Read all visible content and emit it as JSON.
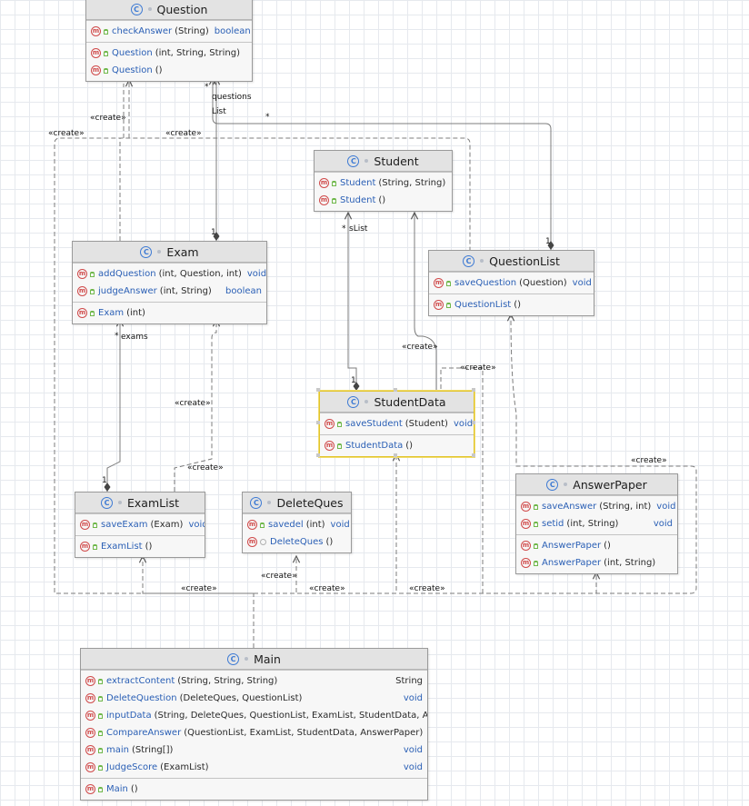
{
  "diagram": {
    "classes": {
      "question": {
        "name": "Question",
        "methods": [
          {
            "name": "checkAnswer",
            "params": "(String)",
            "ret": "boolean"
          },
          {
            "name": "Question",
            "params": "(int, String, String)",
            "ret": ""
          },
          {
            "name": "Question",
            "params": "()",
            "ret": ""
          }
        ]
      },
      "student": {
        "name": "Student",
        "methods": [
          {
            "name": "Student",
            "params": "(String, String)",
            "ret": ""
          },
          {
            "name": "Student",
            "params": "()",
            "ret": ""
          }
        ]
      },
      "exam": {
        "name": "Exam",
        "methods": [
          {
            "name": "addQuestion",
            "params": "(int, Question, int)",
            "ret": "void"
          },
          {
            "name": "judgeAnswer",
            "params": "(int, String)",
            "ret": "boolean"
          },
          {
            "name": "Exam",
            "params": "(int)",
            "ret": ""
          }
        ]
      },
      "questionlist": {
        "name": "QuestionList",
        "methods": [
          {
            "name": "saveQuestion",
            "params": "(Question)",
            "ret": "void"
          },
          {
            "name": "QuestionList",
            "params": "()",
            "ret": ""
          }
        ]
      },
      "studentdata": {
        "name": "StudentData",
        "methods": [
          {
            "name": "saveStudent",
            "params": "(Student)",
            "ret": "void"
          },
          {
            "name": "StudentData",
            "params": "()",
            "ret": ""
          }
        ]
      },
      "examlist": {
        "name": "ExamList",
        "methods": [
          {
            "name": "saveExam",
            "params": "(Exam)",
            "ret": "void"
          },
          {
            "name": "ExamList",
            "params": "()",
            "ret": ""
          }
        ]
      },
      "deleteques": {
        "name": "DeleteQues",
        "methods": [
          {
            "name": "savedel",
            "params": "(int)",
            "ret": "void"
          },
          {
            "name": "DeleteQues",
            "params": "()",
            "ret": ""
          }
        ]
      },
      "answerpaper": {
        "name": "AnswerPaper",
        "methods": [
          {
            "name": "saveAnswer",
            "params": "(String, int)",
            "ret": "void"
          },
          {
            "name": "setid",
            "params": "(int, String)",
            "ret": "void"
          },
          {
            "name": "AnswerPaper",
            "params": "()",
            "ret": ""
          },
          {
            "name": "AnswerPaper",
            "params": "(int, String)",
            "ret": ""
          }
        ]
      },
      "main": {
        "name": "Main",
        "methods": [
          {
            "name": "extractContent",
            "params": "(String, String, String)",
            "ret": "String"
          },
          {
            "name": "DeleteQuestion",
            "params": "(DeleteQues, QuestionList)",
            "ret": "void"
          },
          {
            "name": "inputData",
            "params": "(String, DeleteQues, QuestionList, ExamList, StudentData, An",
            "ret": ""
          },
          {
            "name": "CompareAnswer",
            "params": "(QuestionList, ExamList, StudentData, AnswerPaper)",
            "ret": ""
          },
          {
            "name": "main",
            "params": "(String[])",
            "ret": "void"
          },
          {
            "name": "JudgeScore",
            "params": "(ExamList)",
            "ret": "void"
          },
          {
            "name": "Main",
            "params": "()",
            "ret": ""
          }
        ]
      }
    },
    "edge_labels": {
      "create": "«create»",
      "questions": "questions",
      "list": "List",
      "star": "*",
      "one": "1",
      "s_list": "sList",
      "exams": "exams"
    },
    "colors": {
      "class_icon": "#3d7ad4",
      "method_icon": "#d04a4a",
      "public_marker": "#6fb84a",
      "selected_border": "#e3c42a"
    }
  }
}
